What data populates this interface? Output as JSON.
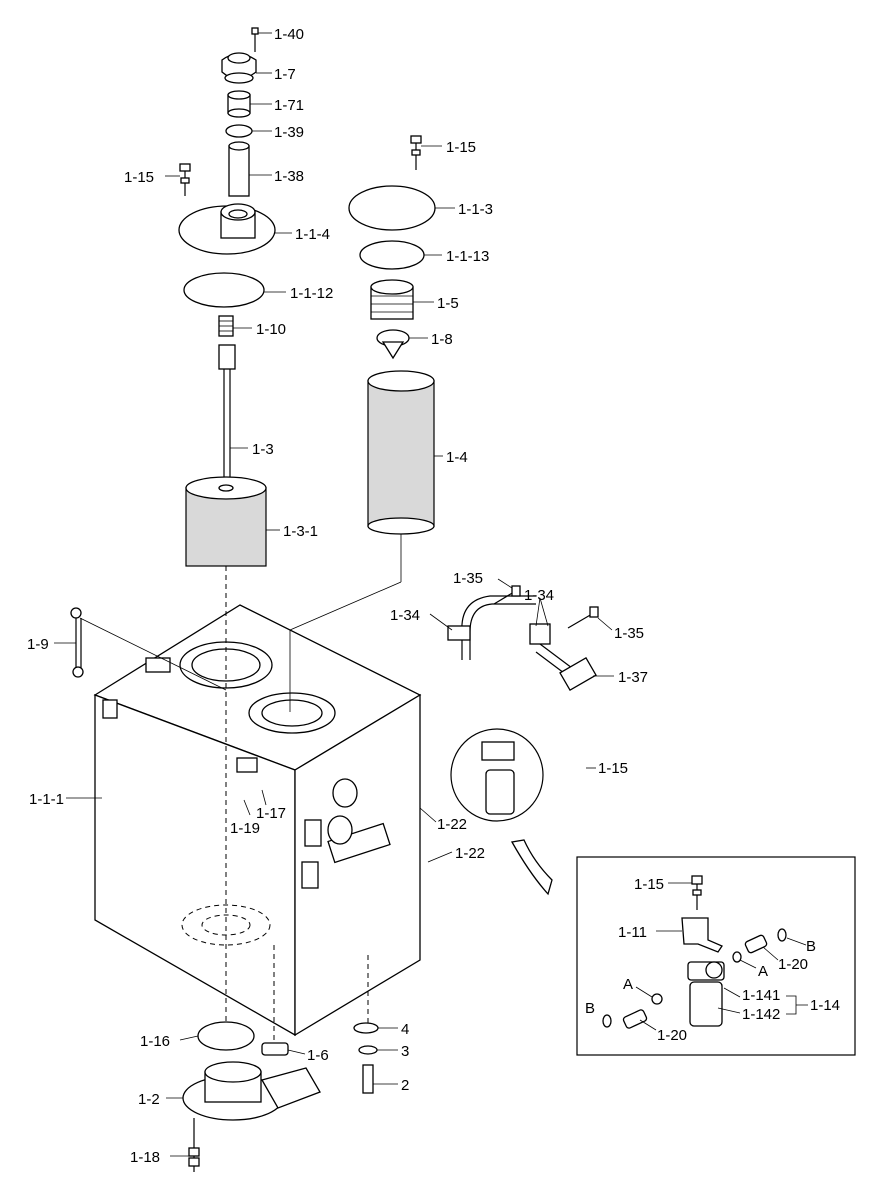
{
  "parts": {
    "p1_40": "1-40",
    "p1_7": "1-7",
    "p1_71": "1-71",
    "p1_39": "1-39",
    "p1_38": "1-38",
    "p1_15_a": "1-15",
    "p1_1_4": "1-1-4",
    "p1_1_12": "1-1-12",
    "p1_10": "1-10",
    "p1_3": "1-3",
    "p1_3_1": "1-3-1",
    "p1_15_b": "1-15",
    "p1_1_3": "1-1-3",
    "p1_1_13": "1-1-13",
    "p1_5": "1-5",
    "p1_8": "1-8",
    "p1_4": "1-4",
    "p1_35_a": "1-35",
    "p1_34_a": "1-34",
    "p1_34_b": "1-34",
    "p1_35_b": "1-35",
    "p1_37": "1-37",
    "p1_9": "1-9",
    "p1_15_c": "1-15",
    "p1_1_1": "1-1-1",
    "p1_17": "1-17",
    "p1_19": "1-19",
    "p1_22_a": "1-22",
    "p1_22_b": "1-22",
    "p4": "4",
    "p3": "3",
    "p2": "2",
    "p1_16": "1-16",
    "p1_6": "1-6",
    "p1_2": "1-2",
    "p1_18": "1-18"
  },
  "detail": {
    "p1_15": "1-15",
    "p1_11": "1-11",
    "b_top": "B",
    "a_right": "A",
    "p1_20_top": "1-20",
    "a_left": "A",
    "p1_141": "1-141",
    "p1_14": "1-14",
    "b_left": "B",
    "p1_142": "1-142",
    "p1_20_bottom": "1-20"
  }
}
